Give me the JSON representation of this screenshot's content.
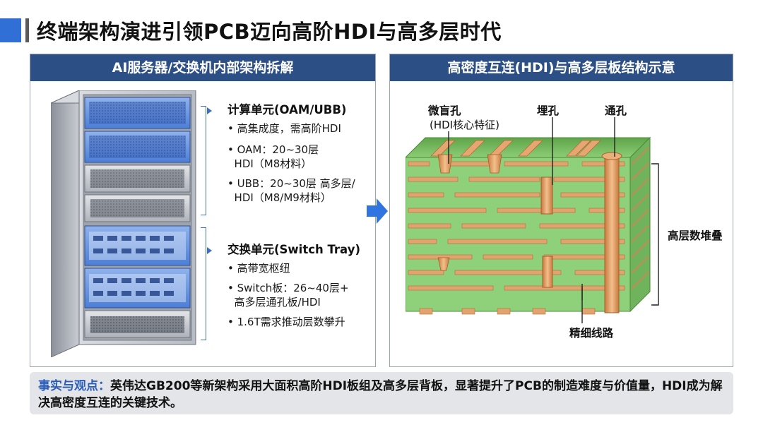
{
  "title": "终端架构演进引领PCB迈向高阶HDI与高多层时代",
  "left_panel": {
    "header": "AI服务器/交换机内部架构拆解",
    "compute": {
      "title": "计算单元(OAM/UBB)",
      "items": [
        "• 高集成度，需高阶HDI",
        "• OAM：20~30层",
        "  HDI（M8材料）",
        "• UBB：20~30层 高多层/",
        "  HDI（M8/M9材料）"
      ]
    },
    "switch": {
      "title": "交换单元(Switch Tray)",
      "items": [
        "• 高带宽枢纽",
        "• Switch板：26~40层+",
        "  高多层通孔板/HDI",
        "• 1.6T需求推动层数攀升"
      ]
    }
  },
  "right_panel": {
    "header": "高密度互连(HDI)与高多层板结构示意",
    "labels": {
      "micro_via": "微盲孔",
      "micro_via_sub": "(HDI核心特征)",
      "buried_via": "埋孔",
      "through_via": "通孔",
      "high_layers": "高层数堆叠",
      "fine_lines": "精细线路"
    }
  },
  "footer": {
    "lead": "事实与观点：",
    "text": "英伟达GB200等新架构采用大面积高阶HDI板组及高多层背板，显著提升了PCB的制造难度与价值量，HDI成为解决高密度互连的关键技术。"
  },
  "colors": {
    "accent_blue": "#2f6fd6",
    "header_navy": "#2c4f86",
    "pcb_green": "#7cc26a",
    "copper": "#e3a36f",
    "footer_lead": "#2a5db8"
  }
}
